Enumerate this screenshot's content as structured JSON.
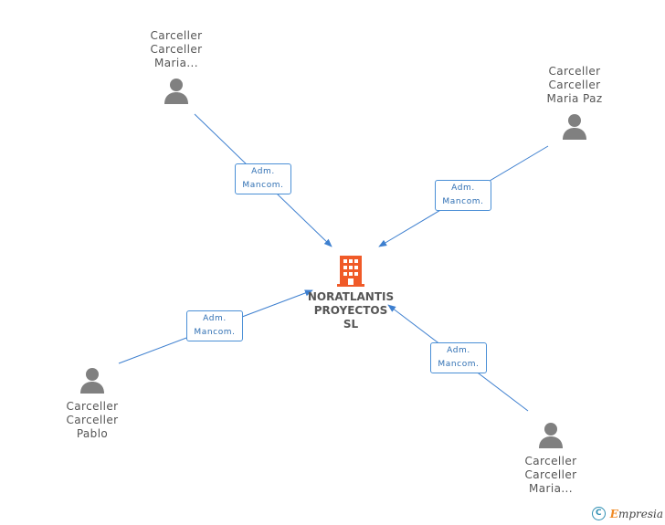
{
  "company": {
    "name_lines": [
      "NORATLANTIS",
      "PROYECTOS",
      "SL"
    ],
    "icon": "building-icon",
    "color": "#f05a28"
  },
  "people": [
    {
      "id": "top-left",
      "name_lines": [
        "Carceller",
        "Carceller",
        "Maria..."
      ],
      "icon": "person-icon"
    },
    {
      "id": "top-right",
      "name_lines": [
        "Carceller",
        "Carceller",
        "Maria Paz"
      ],
      "icon": "person-icon"
    },
    {
      "id": "bottom-left",
      "name_lines": [
        "Carceller",
        "Carceller",
        "Pablo"
      ],
      "icon": "person-icon"
    },
    {
      "id": "bottom-right",
      "name_lines": [
        "Carceller",
        "Carceller",
        "Maria..."
      ],
      "icon": "person-icon"
    }
  ],
  "relations": [
    {
      "from": "top-left",
      "lines": [
        "Adm.",
        "Mancom."
      ]
    },
    {
      "from": "top-right",
      "lines": [
        "Adm.",
        "Mancom."
      ]
    },
    {
      "from": "bottom-left",
      "lines": [
        "Adm.",
        "Mancom."
      ]
    },
    {
      "from": "bottom-right",
      "lines": [
        "Adm.",
        "Mancom."
      ]
    }
  ],
  "colors": {
    "edge": "#3d7fcf",
    "person": "#808080",
    "label_border": "#4a8fd6"
  },
  "footer": {
    "copyright_symbol": "C",
    "brand_first": "E",
    "brand_rest": "mpresia"
  }
}
